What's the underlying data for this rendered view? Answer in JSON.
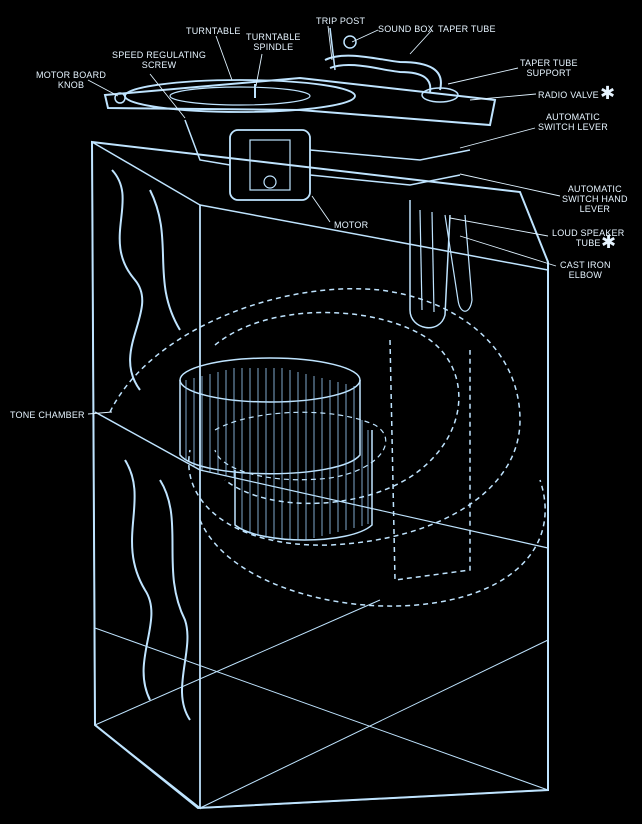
{
  "colors": {
    "background": "#000000",
    "line": "#bfe4ff",
    "text": "#e6f4ff"
  },
  "labels": {
    "turntable": "TURNTABLE",
    "turntable_spindle": [
      "TURNTABLE",
      "SPINDLE"
    ],
    "trip_post": "TRIP POST",
    "sound_box": "SOUND BOX",
    "taper_tube": "TAPER TUBE",
    "speed_regulating_screw": [
      "SPEED REGULATING",
      "SCREW"
    ],
    "motor_board_knob": [
      "MOTOR BOARD",
      "KNOB"
    ],
    "taper_tube_support": [
      "TAPER TUBE",
      "SUPPORT"
    ],
    "radio_valve": "RADIO VALVE",
    "automatic_switch_lever": [
      "AUTOMATIC",
      "SWITCH LEVER"
    ],
    "automatic_switch_hand_lever": [
      "AUTOMATIC",
      "SWITCH HAND",
      "LEVER"
    ],
    "motor": "MOTOR",
    "loud_speaker_tube": [
      "LOUD SPEAKER",
      "TUBE"
    ],
    "cast_iron_elbow": [
      "CAST IRON",
      "ELBOW"
    ],
    "tone_chamber": "TONE CHAMBER"
  },
  "marks": {
    "asterisk": "✱"
  }
}
